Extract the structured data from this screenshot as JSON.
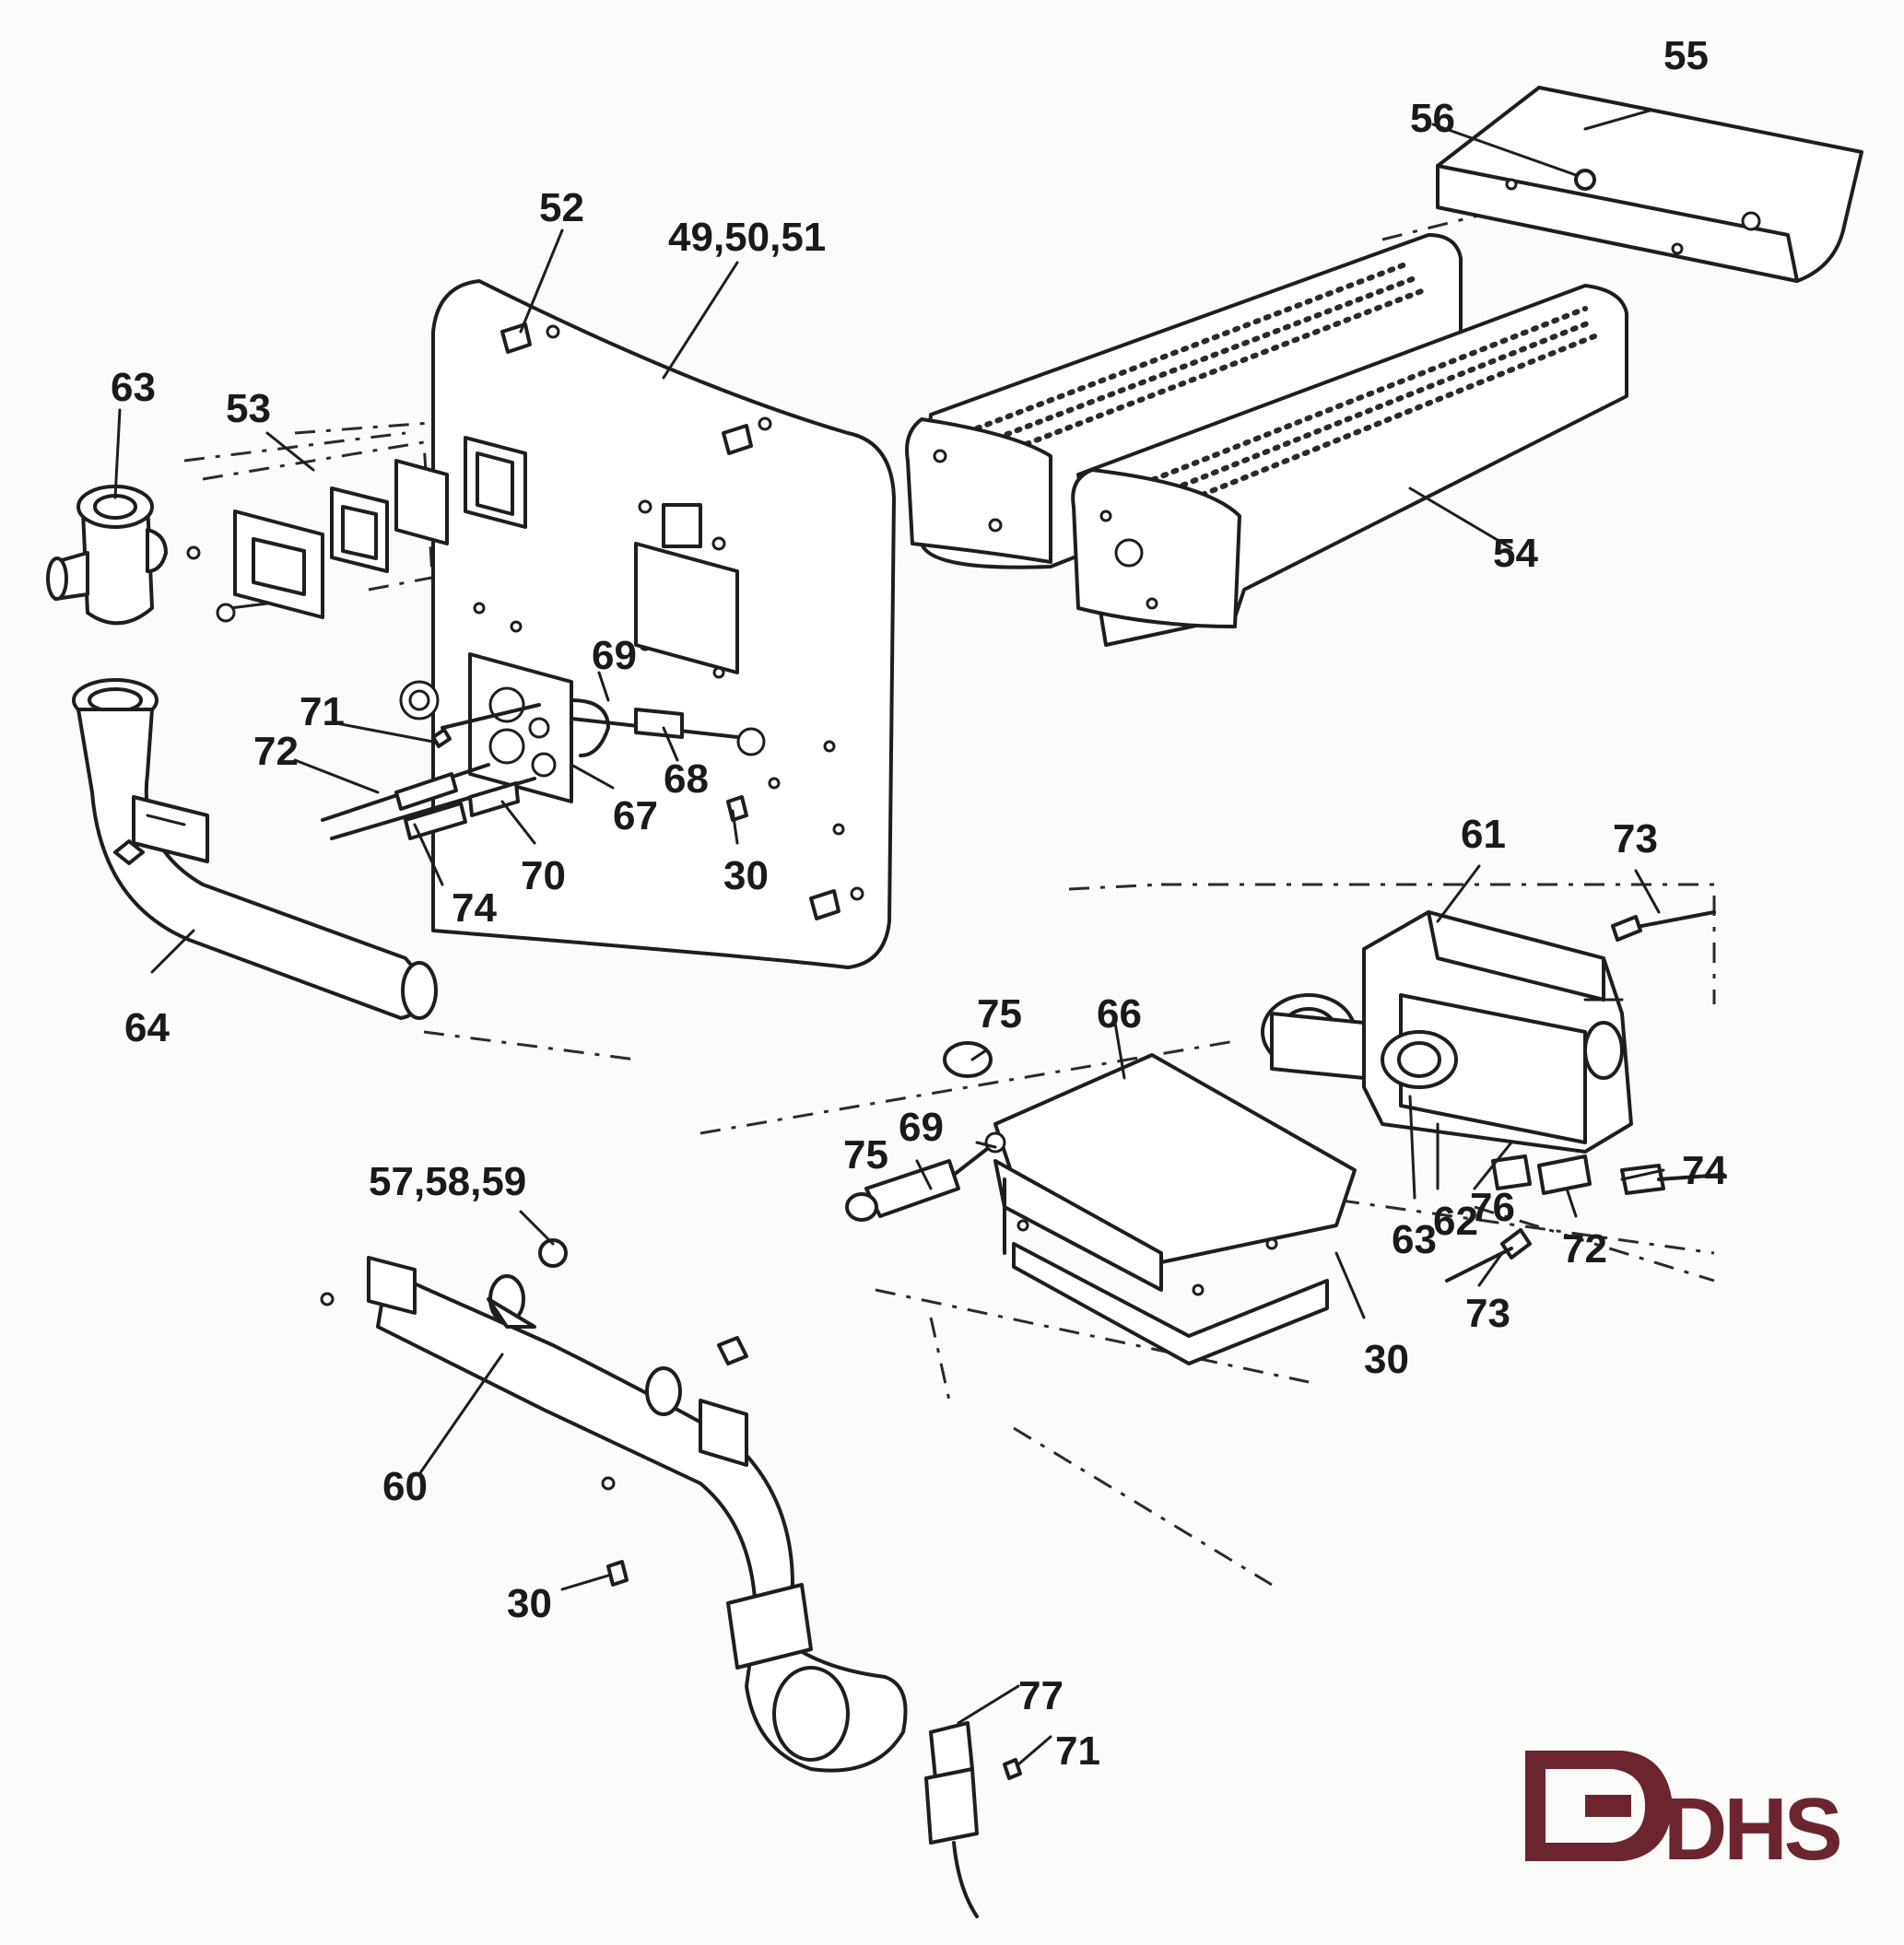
{
  "callouts": [
    {
      "id": "55",
      "text": "55"
    },
    {
      "id": "56",
      "text": "56"
    },
    {
      "id": "52",
      "text": "52"
    },
    {
      "id": "49-50-51",
      "text": "49,50,51"
    },
    {
      "id": "63-top",
      "text": "63"
    },
    {
      "id": "53",
      "text": "53"
    },
    {
      "id": "54",
      "text": "54"
    },
    {
      "id": "69-top",
      "text": "69"
    },
    {
      "id": "71-top",
      "text": "71"
    },
    {
      "id": "72-top",
      "text": "72"
    },
    {
      "id": "68",
      "text": "68"
    },
    {
      "id": "67",
      "text": "67"
    },
    {
      "id": "74-left",
      "text": "74"
    },
    {
      "id": "70",
      "text": "70"
    },
    {
      "id": "30-top",
      "text": "30"
    },
    {
      "id": "61",
      "text": "61"
    },
    {
      "id": "73-top",
      "text": "73"
    },
    {
      "id": "64",
      "text": "64"
    },
    {
      "id": "75-top",
      "text": "75"
    },
    {
      "id": "66",
      "text": "66"
    },
    {
      "id": "75-mid",
      "text": "75"
    },
    {
      "id": "69-mid",
      "text": "69"
    },
    {
      "id": "74-right",
      "text": "74"
    },
    {
      "id": "57-58-59",
      "text": "57,58,59"
    },
    {
      "id": "63-mid",
      "text": "63"
    },
    {
      "id": "62",
      "text": "62"
    },
    {
      "id": "76",
      "text": "76"
    },
    {
      "id": "72-right",
      "text": "72"
    },
    {
      "id": "73-bottom",
      "text": "73"
    },
    {
      "id": "30-mid",
      "text": "30"
    },
    {
      "id": "60",
      "text": "60"
    },
    {
      "id": "30-bottom",
      "text": "30"
    },
    {
      "id": "77",
      "text": "77"
    },
    {
      "id": "71-bottom",
      "text": "71"
    }
  ],
  "logo": {
    "text": "DHS",
    "color": "#6b2430"
  },
  "colors": {
    "ink": "#1e1e1e",
    "paper": "#fbfbf9",
    "logo": "#6b2430"
  }
}
